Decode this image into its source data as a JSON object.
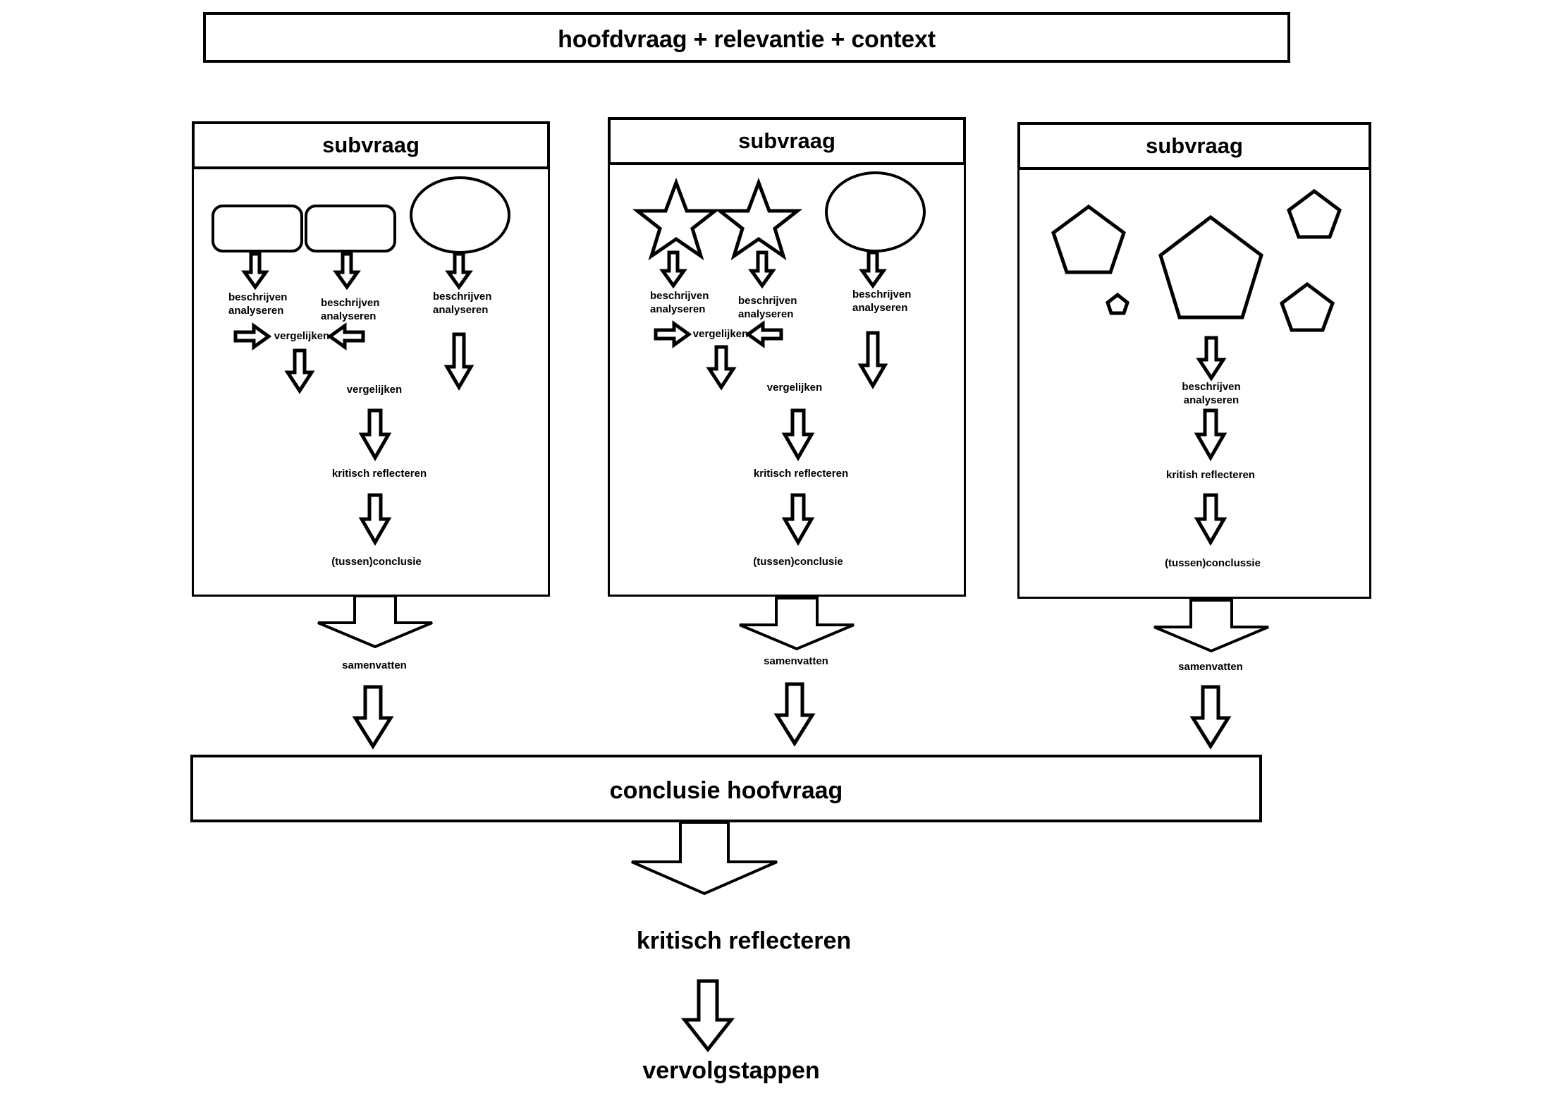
{
  "diagram": {
    "title": "hoofdvraag + relevantie + context",
    "language": "nl",
    "main_question": {
      "label": "hoofdvraag + relevantie + context"
    },
    "columns": [
      {
        "header": "subvraag",
        "shapes": [
          "rounded-rectangle",
          "rounded-rectangle",
          "ellipse"
        ],
        "step_labels": {
          "describe_1_line1": "beschrijven",
          "describe_1_line2": "analyseren",
          "describe_2_line1": "beschrijven",
          "describe_2_line2": "analyseren",
          "describe_3_line1": "beschrijven",
          "describe_3_line2": "analyseren",
          "compare_inline": "vergelijken",
          "compare_lower": "vergelijken",
          "reflect": "kritisch reflecteren",
          "conclusion": "(tussen)conclusie"
        },
        "summarize": "samenvatten"
      },
      {
        "header": "subvraag",
        "shapes": [
          "star",
          "star",
          "ellipse"
        ],
        "step_labels": {
          "describe_1_line1": "beschrijven",
          "describe_1_line2": "analyseren",
          "describe_2_line1": "beschrijven",
          "describe_2_line2": "analyseren",
          "describe_3_line1": "beschrijven",
          "describe_3_line2": "analyseren",
          "compare_inline": "vergelijken",
          "compare_lower": "vergelijken",
          "reflect": "kritisch reflecteren",
          "conclusion": "(tussen)conclusie"
        },
        "summarize": "samenvatten"
      },
      {
        "header": "subvraag",
        "shapes": [
          "pentagon",
          "pentagon",
          "pentagon-large",
          "pentagon-small",
          "pentagon"
        ],
        "step_labels": {
          "describe_1_line1": "beschrijven",
          "describe_1_line2": "analyseren",
          "reflect": "kritish reflecteren",
          "conclusion": "(tussen)conclussie"
        },
        "summarize": "samenvatten"
      }
    ],
    "conclusion": {
      "label": "conclusie hoofvraag"
    },
    "final_steps": [
      {
        "label": "kritisch reflecteren"
      },
      {
        "label": "vervolgstappen"
      }
    ],
    "colors": {
      "stroke": "#000000",
      "fill": "#ffffff",
      "background": "#ffffff"
    }
  }
}
